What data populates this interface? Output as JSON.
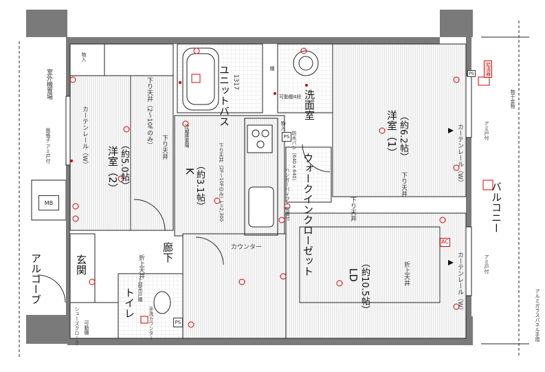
{
  "rooms": {
    "western2": "洋室（2）",
    "western2_size": "（約5.0帖）",
    "western1": "洋室（1）",
    "western1_size": "（約6.2帖）",
    "kitchen": "K",
    "kitchen_size": "（約3.1帖）",
    "ld": "LD",
    "ld_size": "（約10.5帖）",
    "washroom": "洗面室",
    "unitbath": "ユニットバス",
    "unitbath_size": "1317",
    "toilet": "トイレ",
    "entrance": "玄関",
    "corridor": "廊下",
    "balcony": "バルコニー",
    "alcove": "アルコーブ",
    "walkin": "ウォークインクローゼット"
  },
  "labels": {
    "curtain_rail": "カーテンレール（W）",
    "drop_ceiling": "下り天井",
    "drop_ceiling_note": "下り天井（2〜10Fのみ）",
    "drop_ceiling_k": "下り天井（2F〜10Fのみ）L=2,300",
    "folded_ceiling": "折上天井",
    "counter": "カウンター",
    "hanger_pipe": "ハンガーパイプ・枕棚付",
    "outdoor_unit": "室外機置場",
    "fridge": "冷蔵庫置場",
    "washer_pan": "防水パン（640×640）",
    "shoe_closet": "シューズクローク",
    "movable_shelf": "可動棚",
    "movable_shelf4": "可動棚4段",
    "storage": "物入",
    "ps": "PS",
    "mb": "MB",
    "ac": "AC",
    "glass_rail": "アルミガラスパネル手摺",
    "laundry_hardware": "物干金物",
    "net_door": "アミ戸付",
    "lattice": "面格子 アミ戸付",
    "intake": "給湯器",
    "shelf": "棚",
    "toilet_upper": "上部吊戸棚",
    "hand_wash": "手洗カウンター"
  },
  "colors": {
    "wall": "#7a7a7a",
    "line": "#222222",
    "red": "#d40000",
    "floor": "#eeeeee"
  }
}
